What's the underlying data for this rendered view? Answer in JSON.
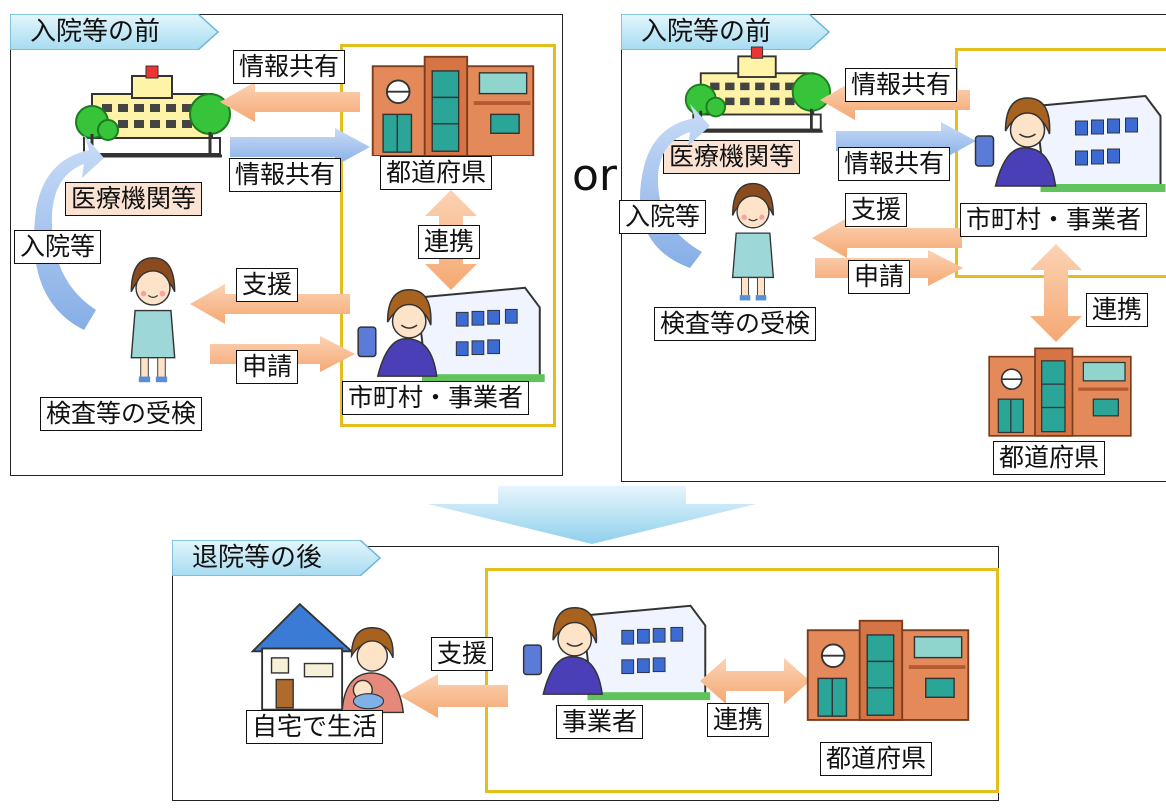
{
  "panel_left": {
    "tab": "入院等の前",
    "share_top": "情報共有",
    "share_bottom": "情報共有",
    "pref": "都道府県",
    "medical": "医療機関等",
    "admission": "入院等",
    "cooperation": "連携",
    "support": "支援",
    "application": "申請",
    "municipality": "市町村・事業者",
    "exam": "検査等の受検"
  },
  "or_text": "or",
  "panel_right": {
    "tab": "入院等の前",
    "share_top": "情報共有",
    "share_bottom": "情報共有",
    "medical": "医療機関等",
    "admission": "入院等",
    "support": "支援",
    "application": "申請",
    "municipality": "市町村・事業者",
    "exam": "検査等の受検",
    "cooperation": "連携",
    "pref": "都道府県"
  },
  "panel_bottom": {
    "tab": "退院等の後",
    "support": "支援",
    "home": "自宅で生活",
    "business": "事業者",
    "cooperation": "連携",
    "pref": "都道府県"
  },
  "colors": {
    "orange_arrow": "#f7b488",
    "blue_arrow": "#9cc0ec",
    "yellow_frame": "#e2bf1d",
    "tab_fill": "#c5e9f7",
    "label_pink": "#fbe3d4"
  }
}
